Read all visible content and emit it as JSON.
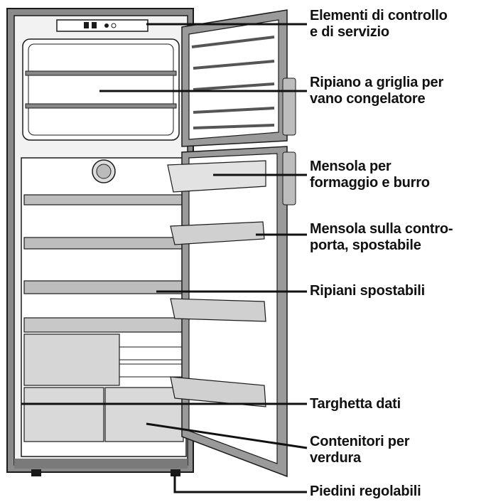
{
  "diagram": {
    "labels": [
      {
        "id": "controls",
        "lines": [
          "Elementi di controllo",
          "e di servizio"
        ]
      },
      {
        "id": "freezer-shelf",
        "lines": [
          "Ripiano a griglia per",
          "vano congelatore"
        ]
      },
      {
        "id": "cheese-shelf",
        "lines": [
          "Mensola per",
          "formaggio e burro"
        ]
      },
      {
        "id": "door-shelf",
        "lines": [
          "Mensola sulla contro-",
          "porta, spostabile"
        ]
      },
      {
        "id": "movable-shelves",
        "lines": [
          "Ripiani spostabili"
        ]
      },
      {
        "id": "data-plate",
        "lines": [
          "Targhetta dati"
        ]
      },
      {
        "id": "crispers",
        "lines": [
          "Contenitori per",
          "verdura"
        ]
      },
      {
        "id": "feet",
        "lines": [
          "Piedini regolabili"
        ]
      }
    ]
  }
}
